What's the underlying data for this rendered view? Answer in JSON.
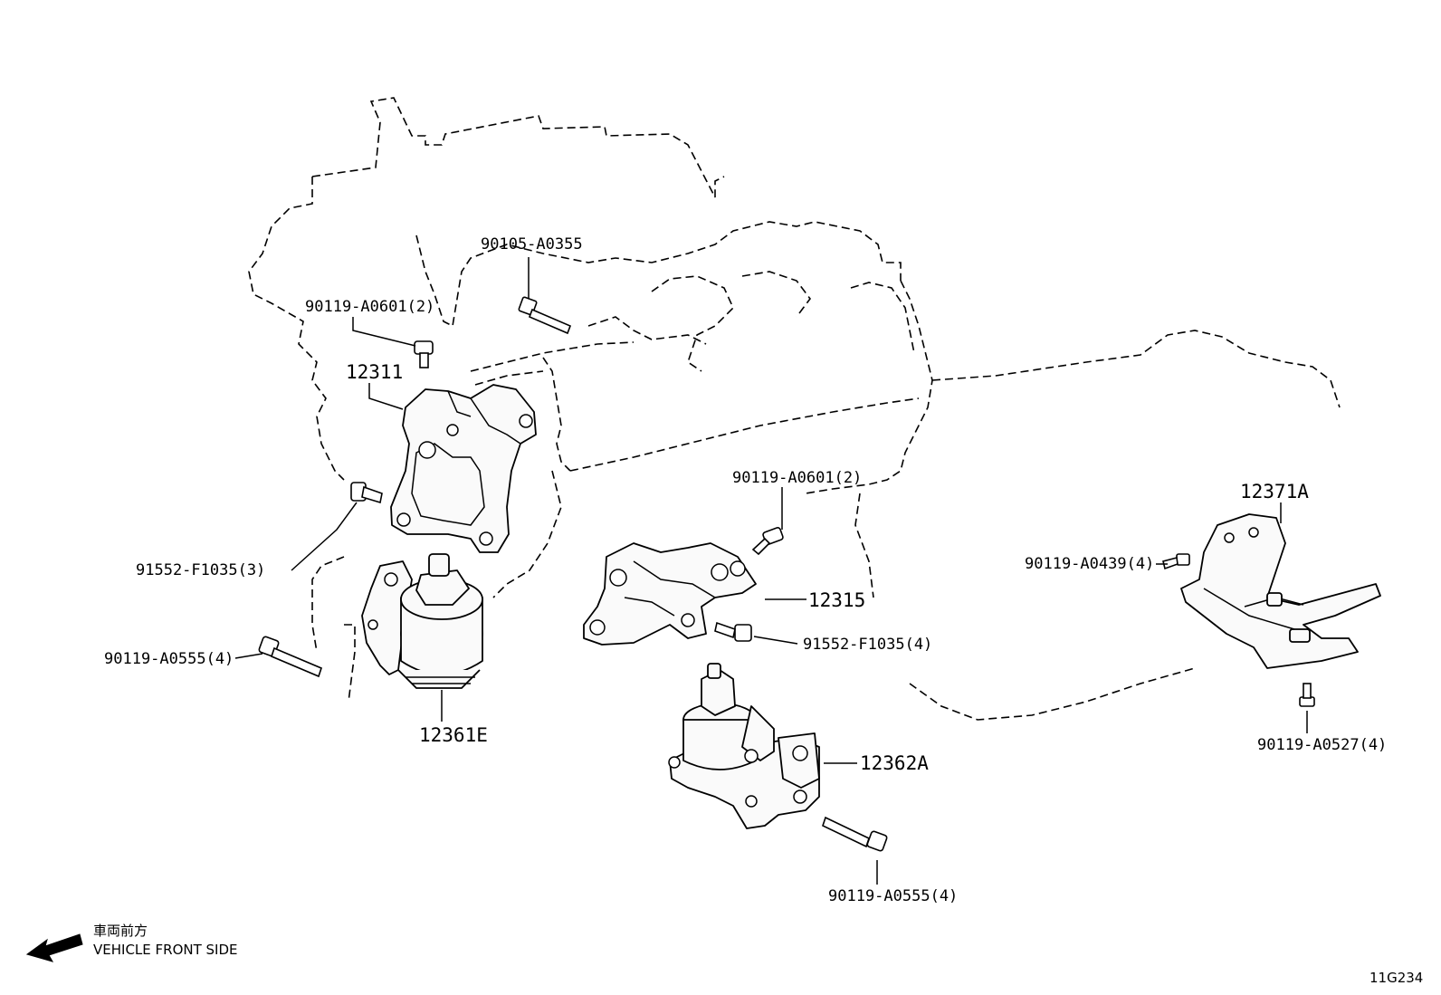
{
  "diagram_id": "11G234",
  "direction": {
    "japanese": "車両前方",
    "english": "VEHICLE FRONT SIDE",
    "arrow_icon": "left-arrow-icon"
  },
  "parts": [
    {
      "key": "bolt_90105",
      "label": "90105-A0355"
    },
    {
      "key": "bolt_90119_a0601_upper",
      "label": "90119-A0601(2)"
    },
    {
      "key": "bracket_12311",
      "label": "12311"
    },
    {
      "key": "bolt_91552_f1035_3",
      "label": "91552-F1035(3)"
    },
    {
      "key": "bolt_90119_a0555_left",
      "label": "90119-A0555(4)"
    },
    {
      "key": "insulator_12361e",
      "label": "12361E"
    },
    {
      "key": "bolt_90119_a0601_mid",
      "label": "90119-A0601(2)"
    },
    {
      "key": "bracket_12315",
      "label": "12315"
    },
    {
      "key": "bolt_91552_f1035_4",
      "label": "91552-F1035(4)"
    },
    {
      "key": "insulator_12362a",
      "label": "12362A"
    },
    {
      "key": "bolt_90119_a0555_lower",
      "label": "90119-A0555(4)"
    },
    {
      "key": "bracket_12371a",
      "label": "12371A"
    },
    {
      "key": "bolt_90119_a0439",
      "label": "90119-A0439(4)"
    },
    {
      "key": "bolt_90119_a0527",
      "label": "90119-A0527(4)"
    }
  ]
}
